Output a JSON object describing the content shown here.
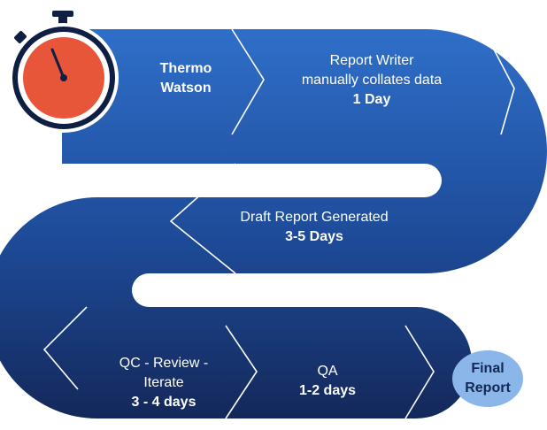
{
  "steps": {
    "start": {
      "line1": "Thermo",
      "line2": "Watson"
    },
    "collate": {
      "line1": "Report Writer",
      "line2": "manually collates data",
      "duration": "1 Day"
    },
    "draft": {
      "line1": "Draft Report Generated",
      "duration": "3-5 Days"
    },
    "qc": {
      "line1": "QC - Review -",
      "line2": "Iterate",
      "duration": "3 - 4 days"
    },
    "qa": {
      "line1": "QA",
      "duration": "1-2 days"
    },
    "final": {
      "line1": "Final",
      "line2": "Report"
    }
  },
  "colors": {
    "path_top": "#2f6fc9",
    "path_bottom": "#14285a",
    "chevron": "#ffffff",
    "stopwatch_face": "#e8563a",
    "stopwatch_body": "#0f1f44",
    "final_circle": "#8ab6ea"
  },
  "icons": [
    "stopwatch-icon"
  ]
}
